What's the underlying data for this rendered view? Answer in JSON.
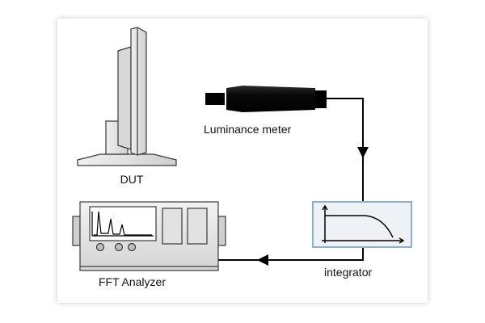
{
  "labels": {
    "dut": "DUT",
    "luminance_meter": "Luminance  meter",
    "integrator": "integrator",
    "fft_analyzer": "FFT Analyzer"
  },
  "colors": {
    "line": "#000000",
    "integrator_border": "#8ab0d2",
    "integrator_fill": "#eef2f6",
    "device_fill": "#e8e8e8",
    "device_stroke": "#3a3a3a"
  },
  "icons": [
    "monitor-icon",
    "luminance-meter-icon",
    "integrator-curve-icon",
    "fft-analyzer-icon",
    "arrow-down-icon",
    "arrow-left-icon"
  ]
}
